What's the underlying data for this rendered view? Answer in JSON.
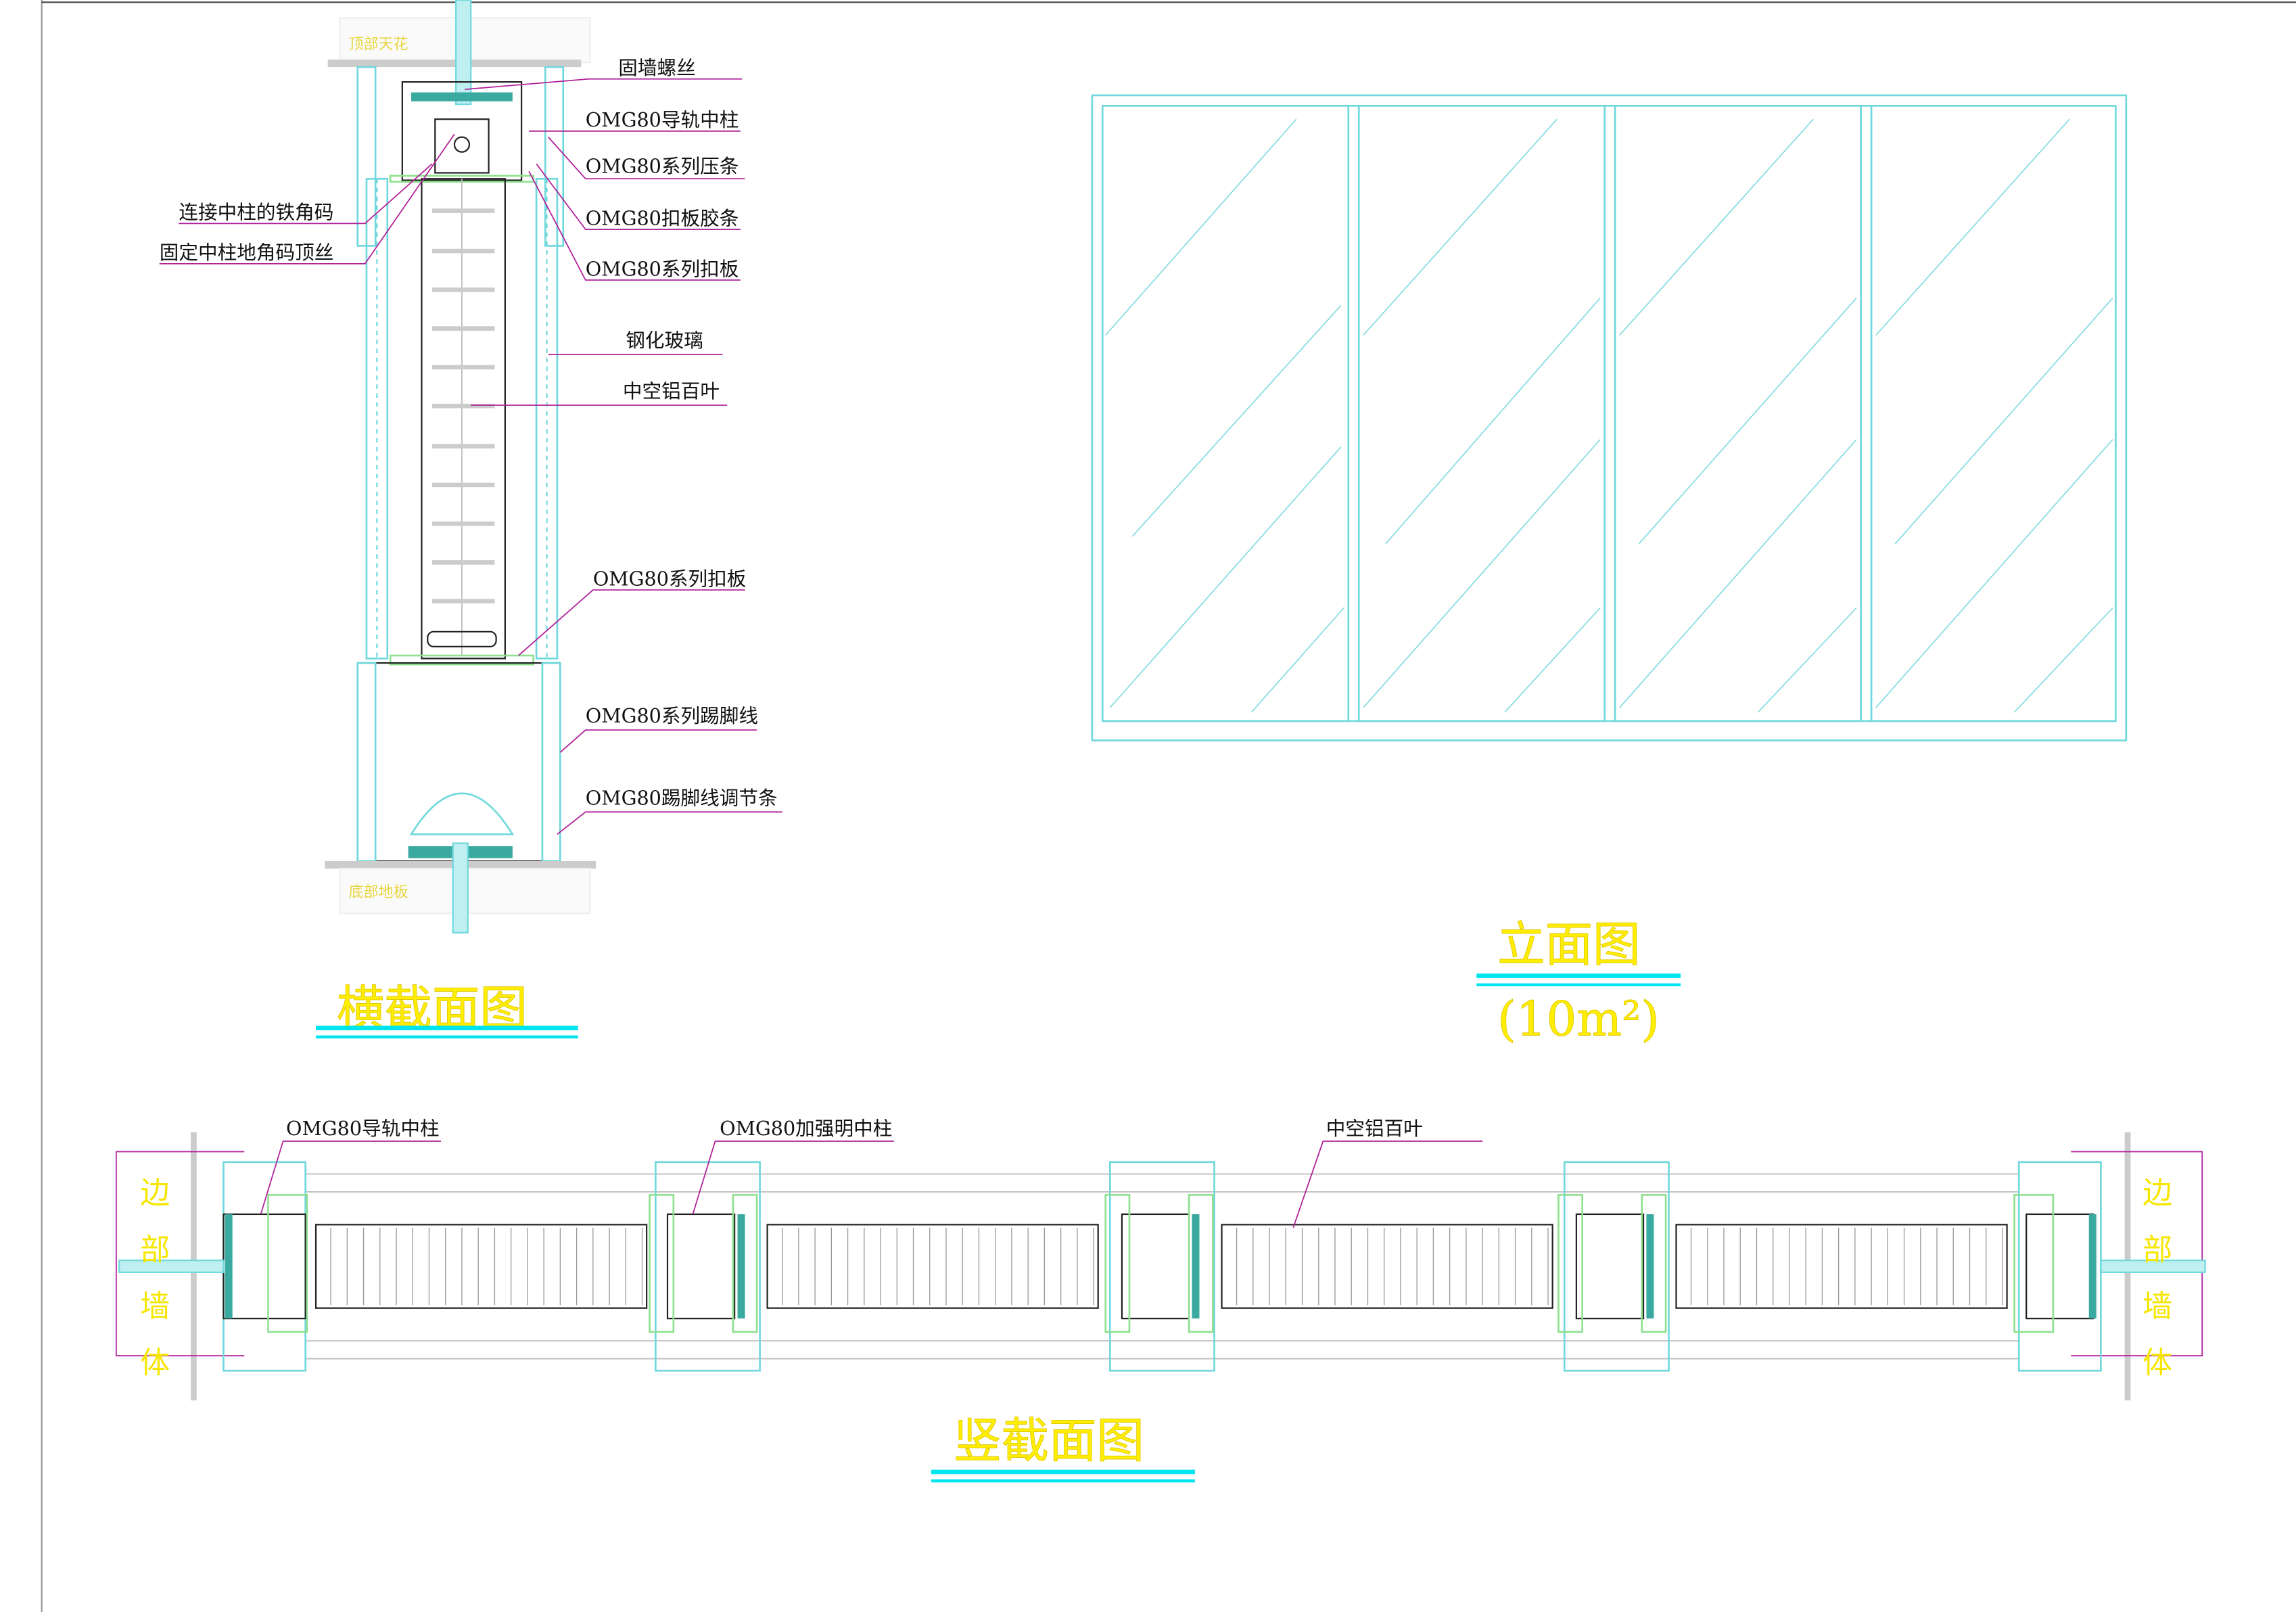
{
  "horizontal_section": {
    "title": "横截面图",
    "ceiling_label": "顶部天花",
    "floor_label": "底部地板",
    "labels_right": [
      "固墙螺丝",
      "OMG80导轨中柱",
      "OMG80系列压条",
      "OMG80扣板胶条",
      "OMG80系列扣板",
      "钢化玻璃",
      "中空铝百叶",
      "OMG80系列扣板",
      "OMG80系列踢脚线",
      "OMG80踢脚线调节条"
    ],
    "labels_left": [
      "连接中柱的铁角码",
      "固定中柱地角码顶丝"
    ]
  },
  "elevation": {
    "title": "立面图",
    "area": "(10m²)",
    "panel_count": 4
  },
  "vertical_section": {
    "title": "竖截面图",
    "wall_label": "边部墙体",
    "labels": [
      "OMG80导轨中柱",
      "OMG80加强明中柱",
      "中空铝百叶"
    ]
  },
  "colors": {
    "title": "#ffee00",
    "profile": "#6fd8dc",
    "leader": "#b0209a",
    "gasket": "#8fe08f"
  }
}
